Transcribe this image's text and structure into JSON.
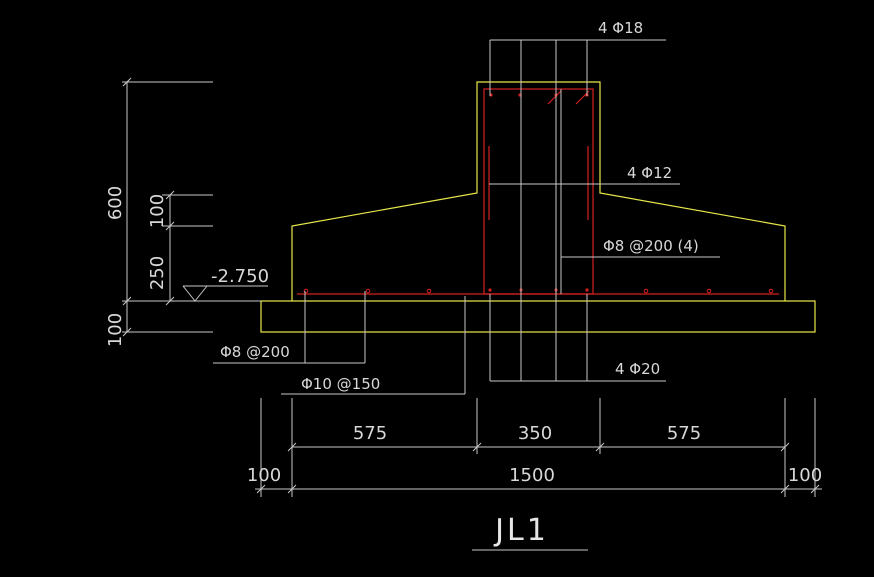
{
  "drawing_title": "JL1",
  "callouts": {
    "top_bars": "4 Φ18",
    "side_bars": "4 Φ12",
    "stirrups": "Φ8 @200 (4)",
    "bottom_bars": "4 Φ20",
    "slab_dist_bars": "Φ8 @200",
    "slab_main_bars": "Φ10 @150"
  },
  "elevation_mark": "-2.750",
  "vertical_dims": {
    "total": "600",
    "upper": "100",
    "lower": "250",
    "bed": "100"
  },
  "horizontal_dims": {
    "left_slab": "575",
    "beam": "350",
    "right_slab": "575",
    "left_bed": "100",
    "total": "1500",
    "right_bed": "100"
  },
  "colors": {
    "background": "#000000",
    "outline": "#e8e84a",
    "rebar": "#d42020",
    "text": "#d8d8d8",
    "leader": "#c8c8c8"
  }
}
